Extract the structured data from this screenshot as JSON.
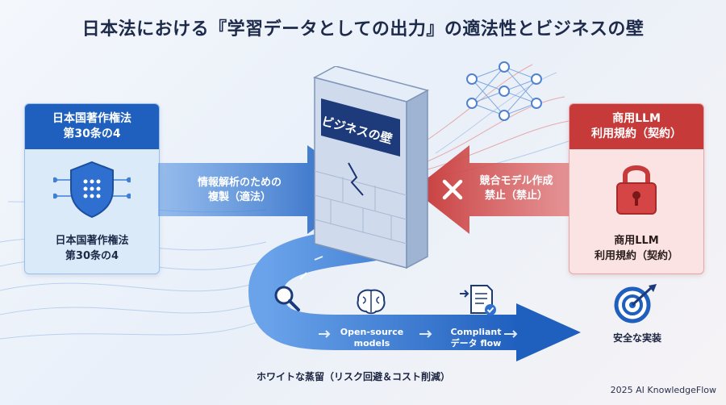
{
  "title": "日本法における『学習データとしての出力』の適法性とビジネスの壁",
  "left_card": {
    "header_line1": "日本国著作権法",
    "header_line2": "第30条の4",
    "footer_line1": "日本国著作権法",
    "footer_line2": "第30条の4"
  },
  "right_card": {
    "header_line1": "商用LLM",
    "header_line2": "利用規約（契約）",
    "footer_line1": "商用LLM",
    "footer_line2": "利用規約（契約）"
  },
  "blue_arrow": {
    "line1": "情報解析のための",
    "line2": "複製（適法）"
  },
  "red_arrow": {
    "line1": "競合モデル作成",
    "line2": "禁止（禁止）"
  },
  "wall": {
    "label": "ビジネスの壁"
  },
  "flow": {
    "open_source_line1": "Open-source",
    "open_source_line2": "models",
    "compliant_line1": "Compliant",
    "compliant_line2": "データ flow",
    "destination": "安全な実装",
    "caption": "ホワイトな蒸留（リスク回避＆コスト削減）"
  },
  "footer": "2025 AI KnowledgeFlow",
  "colors": {
    "blue": "#1f5fbe",
    "red": "#c63a3a",
    "navy": "#1d2a4a"
  },
  "icons": [
    "shield-circuit-icon",
    "padlock-icon",
    "neural-network-icon",
    "brain-icon",
    "document-check-icon",
    "magnifier-icon",
    "target-icon"
  ]
}
